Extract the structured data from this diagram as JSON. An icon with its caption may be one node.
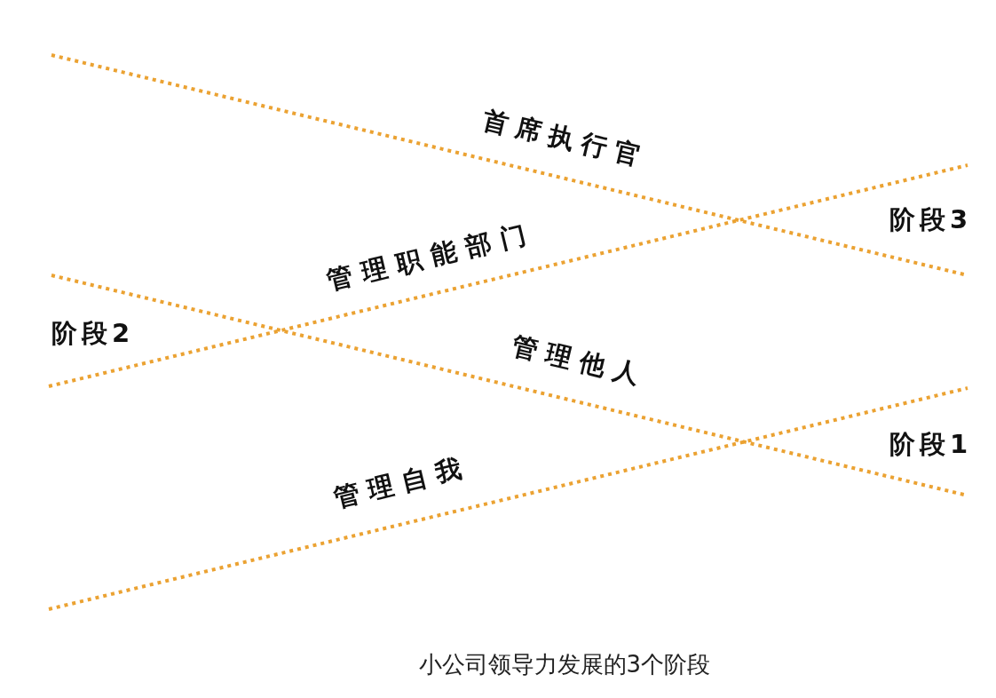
{
  "diagram": {
    "caption": "小公司领导力发展的3个阶段",
    "labels": [
      "首席执行官",
      "阶段3",
      "管理职能部门",
      "阶段2",
      "管理他人",
      "阶段1",
      "管理自我"
    ]
  }
}
